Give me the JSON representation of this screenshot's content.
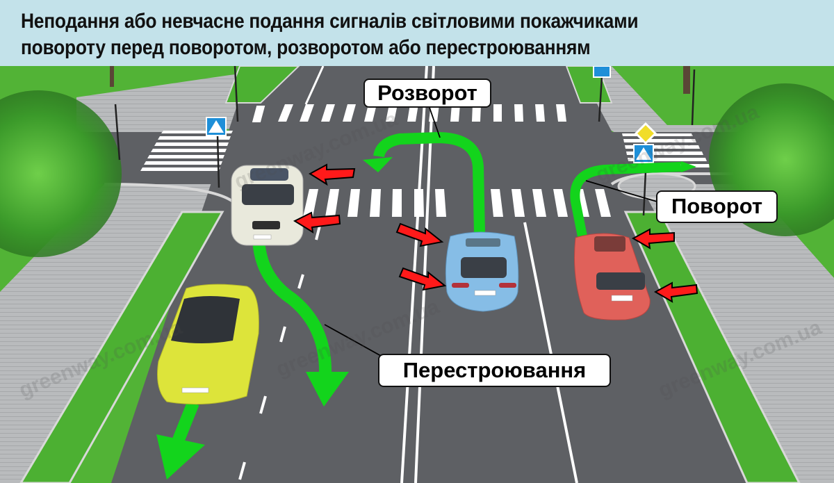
{
  "title": {
    "line1": "Неподання або невчасне подання сигналів світловими покажчиками",
    "line2": "повороту перед поворотом, розворотом або перестроюванням"
  },
  "callouts": {
    "u_turn": "Розворот",
    "turn": "Поворот",
    "lane_change": "Перестроювання"
  },
  "watermark": "greenway.com.ua",
  "vehicles": [
    {
      "id": "white-suv",
      "color": "#e9e9dc",
      "maneuver": "lane_change",
      "signal": "left"
    },
    {
      "id": "yellow-hatchback",
      "color": "#dde43a",
      "maneuver": "straight",
      "signal": "none"
    },
    {
      "id": "blue-sedan",
      "color": "#86bde6",
      "maneuver": "u_turn",
      "signal": "left"
    },
    {
      "id": "red-suv",
      "color": "#e0615a",
      "maneuver": "turn",
      "signal": "right"
    }
  ],
  "colors": {
    "header_bg": "#c3e2ea",
    "asphalt": "#5e6064",
    "grass": "#4cb032",
    "sidewalk": "#b9bbbd",
    "path_arrow": "#13d41c",
    "signal_arrow": "#ff1a1a"
  }
}
